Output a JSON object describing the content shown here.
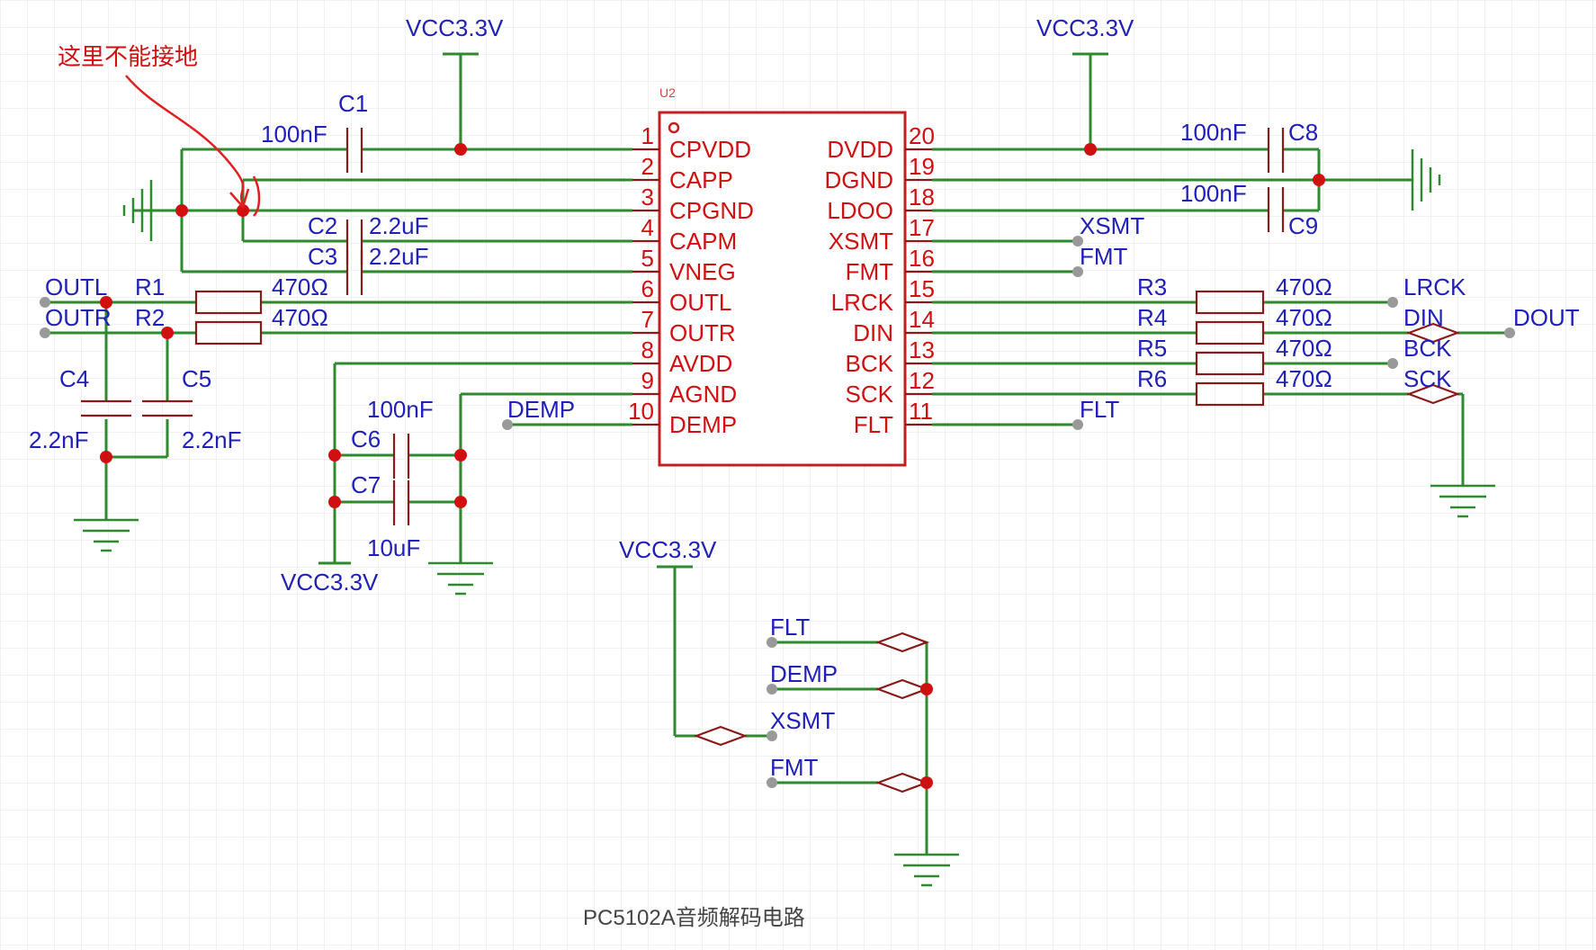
{
  "annotation": {
    "note": "这里不能接地"
  },
  "ic": {
    "ref": "U2",
    "left_pins": [
      {
        "num": "1",
        "name": "CPVDD"
      },
      {
        "num": "2",
        "name": "CAPP"
      },
      {
        "num": "3",
        "name": "CPGND"
      },
      {
        "num": "4",
        "name": "CAPM"
      },
      {
        "num": "5",
        "name": "VNEG"
      },
      {
        "num": "6",
        "name": "OUTL"
      },
      {
        "num": "7",
        "name": "OUTR"
      },
      {
        "num": "8",
        "name": "AVDD"
      },
      {
        "num": "9",
        "name": "AGND"
      },
      {
        "num": "10",
        "name": "DEMP"
      }
    ],
    "right_pins": [
      {
        "num": "20",
        "name": "DVDD"
      },
      {
        "num": "19",
        "name": "DGND"
      },
      {
        "num": "18",
        "name": "LDOO"
      },
      {
        "num": "17",
        "name": "XSMT"
      },
      {
        "num": "16",
        "name": "FMT"
      },
      {
        "num": "15",
        "name": "LRCK"
      },
      {
        "num": "14",
        "name": "DIN"
      },
      {
        "num": "13",
        "name": "BCK"
      },
      {
        "num": "12",
        "name": "SCK"
      },
      {
        "num": "11",
        "name": "FLT"
      }
    ]
  },
  "power": {
    "vcc_top_left": "VCC3.3V",
    "vcc_top_right": "VCC3.3V",
    "vcc_avdd": "VCC3.3V",
    "vcc_bottom": "VCC3.3V"
  },
  "components": {
    "c1": {
      "ref": "C1",
      "value": "100nF"
    },
    "c2": {
      "ref": "C2",
      "value": "2.2uF"
    },
    "c3": {
      "ref": "C3",
      "value": "2.2uF"
    },
    "c4": {
      "ref": "C4",
      "value": "2.2nF"
    },
    "c5": {
      "ref": "C5",
      "value": "2.2nF"
    },
    "c6": {
      "ref": "C6",
      "value": "100nF"
    },
    "c7": {
      "ref": "C7",
      "value": "10uF"
    },
    "c8": {
      "ref": "C8",
      "value": "100nF"
    },
    "c9": {
      "ref": "C9",
      "value": "100nF"
    },
    "r1": {
      "ref": "R1",
      "value": "470Ω"
    },
    "r2": {
      "ref": "R2",
      "value": "470Ω"
    },
    "r3": {
      "ref": "R3",
      "value": "470Ω"
    },
    "r4": {
      "ref": "R4",
      "value": "470Ω"
    },
    "r5": {
      "ref": "R5",
      "value": "470Ω"
    },
    "r6": {
      "ref": "R6",
      "value": "470Ω"
    }
  },
  "net_labels": {
    "outl": "OUTL",
    "outr": "OUTR",
    "demp": "DEMP",
    "xsmt": "XSMT",
    "fmt": "FMT",
    "lrck": "LRCK",
    "din": "DIN",
    "dout": "DOUT",
    "bck": "BCK",
    "sck": "SCK",
    "flt": "FLT",
    "flt2": "FLT",
    "demp2": "DEMP",
    "xsmt2": "XSMT",
    "fmt2": "FMT"
  },
  "caption": "PC5102A音频解码电路",
  "colors": {
    "wire": "#2f8a2f",
    "component": "#8a1a1a",
    "label": "#2020b8",
    "pin_text": "#d01010",
    "junction": "#d01010"
  }
}
